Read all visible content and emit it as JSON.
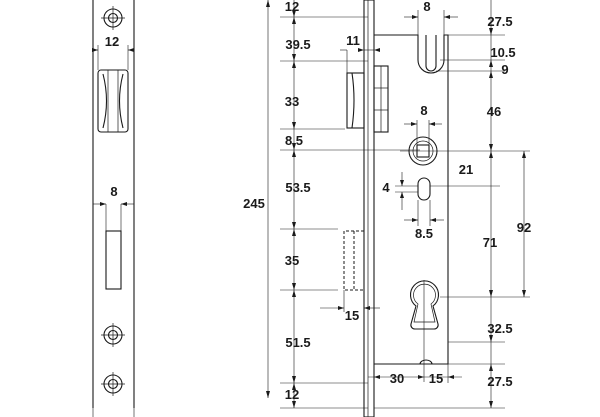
{
  "dims": {
    "face_width": "12",
    "spindle_pitch_face": "8",
    "left_top": "12",
    "strike_offset": "39.5",
    "latch_depth": "11",
    "latch_height": "33",
    "spindle_datum": "8.5",
    "latch_to_follower": "53.5",
    "deadbolt_height": "35",
    "deadbolt_projection": "15",
    "bolt_to_bottom": "51.5",
    "left_bottom": "12",
    "overall_height": "245",
    "slot_width": "8",
    "top_to_slot": "27.5",
    "slot_depth_a": "10.5",
    "slot_depth_b": "9",
    "slot_to_spindle": "46",
    "spindle_square": "8",
    "follower_offset": "21",
    "tongue_width": "4",
    "tongue_offset": "8.5",
    "spindle_to_cylinder_outer": "92",
    "spindle_to_cylinder": "71",
    "cylinder_to_bottom_edge": "32.5",
    "backset": "30",
    "cylinder_offset": "15",
    "bottom_margin": "27.5"
  }
}
